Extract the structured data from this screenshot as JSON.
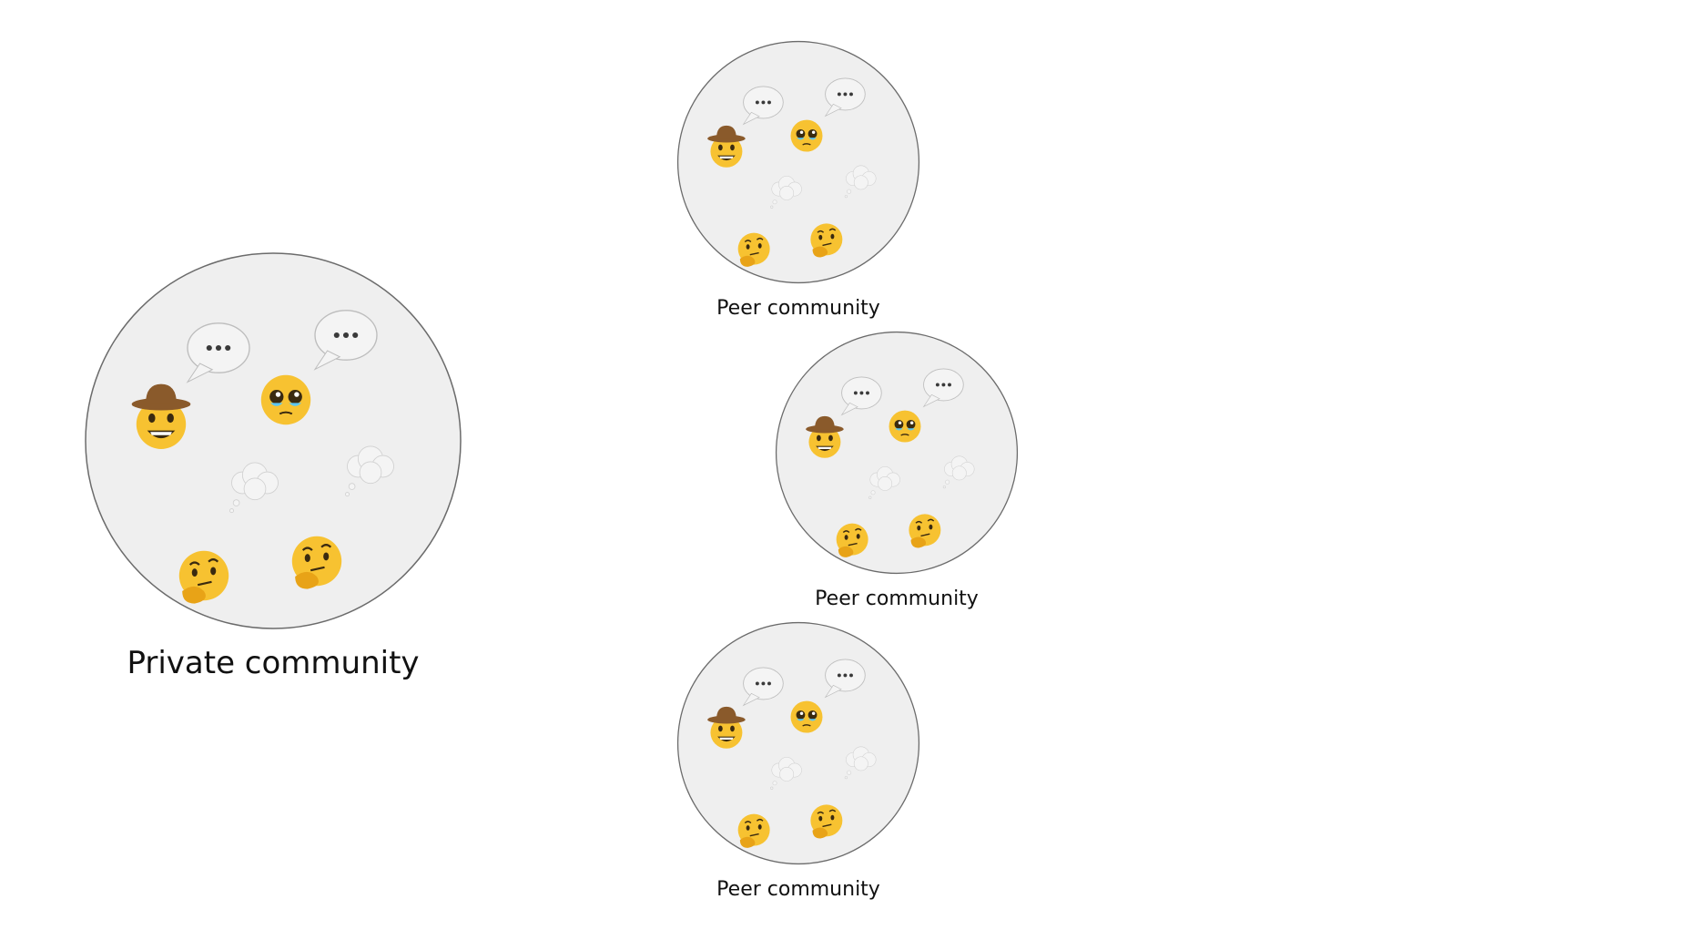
{
  "private_community": {
    "label": "Private community",
    "members": [
      {
        "icon": "cowboy-hat-face-icon",
        "bubble": "speech-bubble-icon",
        "bubble_text": "···"
      },
      {
        "icon": "pleading-face-icon",
        "bubble": "speech-bubble-icon",
        "bubble_text": "···"
      },
      {
        "icon": "thinking-face-icon",
        "bubble": "thought-bubble-icon",
        "bubble_text": ""
      },
      {
        "icon": "thinking-face-icon",
        "bubble": "thought-bubble-icon",
        "bubble_text": ""
      }
    ]
  },
  "peer_communities": [
    {
      "label": "Peer community"
    },
    {
      "label": "Peer community"
    },
    {
      "label": "Peer community"
    }
  ],
  "colors": {
    "circle_fill": "#efefef",
    "circle_stroke": "#6b6b6b",
    "face": "#f7c231",
    "face_shade": "#e8a317",
    "hat": "#8a5a2b",
    "bubble": "#f4f4f4",
    "bubble_stroke": "#bdbdbd",
    "dots": "#3a3a3a"
  }
}
